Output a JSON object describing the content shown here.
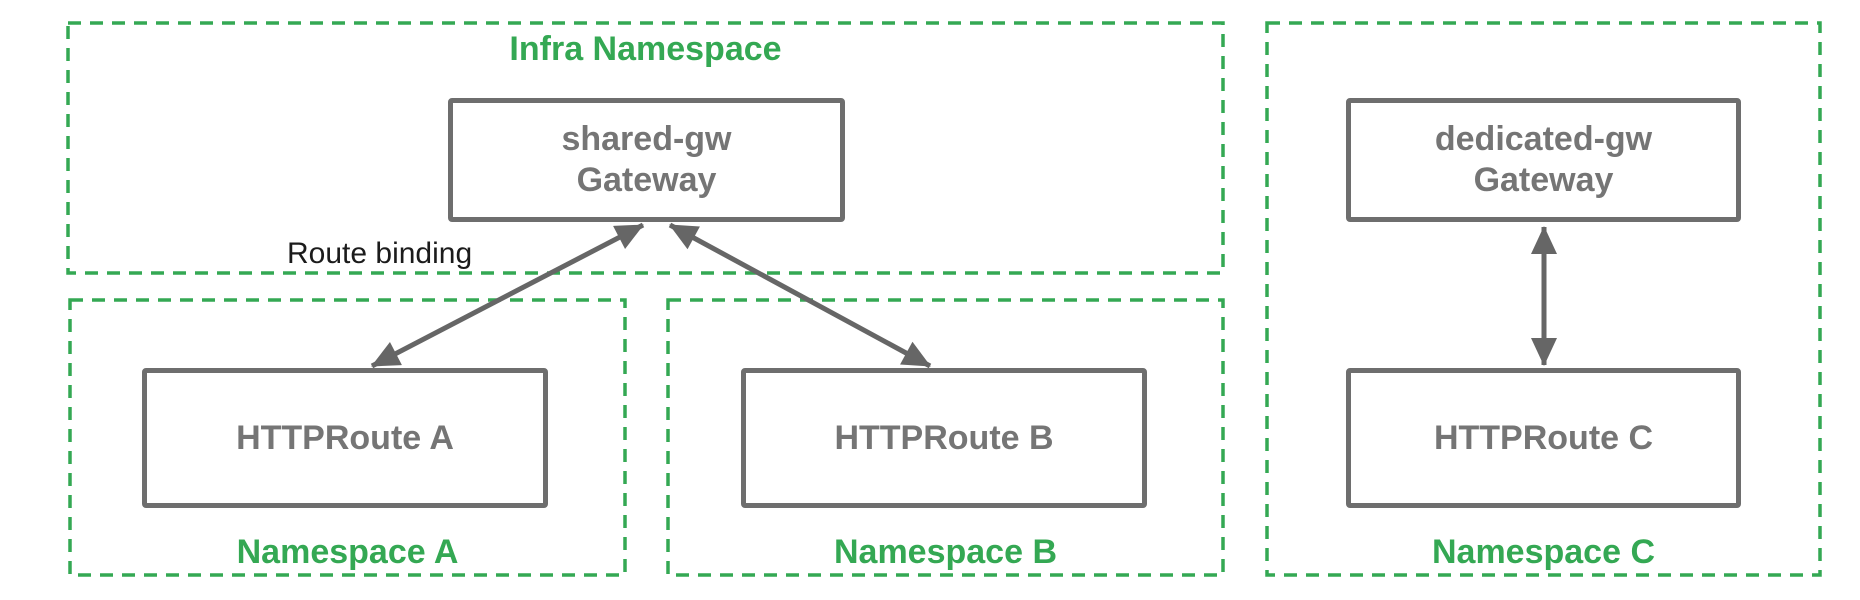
{
  "colors": {
    "namespace_green": "#34A853",
    "box_border_gray": "#6e6e6e",
    "box_text_gray": "#757575",
    "arrow_gray": "#666666",
    "annotation_black": "#1b1b1b",
    "background": "#ffffff"
  },
  "infra_namespace": {
    "label": "Infra Namespace",
    "gateway_box": {
      "line1": "shared-gw",
      "line2": "Gateway"
    }
  },
  "namespace_a": {
    "label": "Namespace A",
    "route_box": "HTTPRoute A"
  },
  "namespace_b": {
    "label": "Namespace B",
    "route_box": "HTTPRoute B"
  },
  "namespace_c": {
    "label": "Namespace C",
    "gateway_box": {
      "line1": "dedicated-gw",
      "line2": "Gateway"
    },
    "route_box": "HTTPRoute C"
  },
  "annotations": {
    "route_binding_label": "Route binding"
  },
  "edges": [
    {
      "from": "HTTPRoute A",
      "to": "shared-gw Gateway",
      "style": "double-arrow",
      "label": "Route binding"
    },
    {
      "from": "HTTPRoute B",
      "to": "shared-gw Gateway",
      "style": "double-arrow",
      "label": ""
    },
    {
      "from": "HTTPRoute C",
      "to": "dedicated-gw Gateway",
      "style": "double-arrow",
      "label": ""
    }
  ]
}
